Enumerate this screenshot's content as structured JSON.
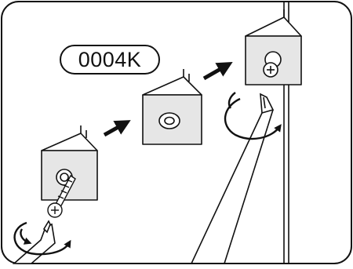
{
  "figure": {
    "part_number": "0004K",
    "steps": [
      "place-bracket-and-drive-screw",
      "bracket-with-countersunk-hole",
      "tighten-screw-with-screwdriver"
    ],
    "colors": {
      "line": "#111111",
      "bracket_front": "#e6e6e6",
      "bracket_top": "#ffffff",
      "panel": "#ffffff"
    }
  }
}
